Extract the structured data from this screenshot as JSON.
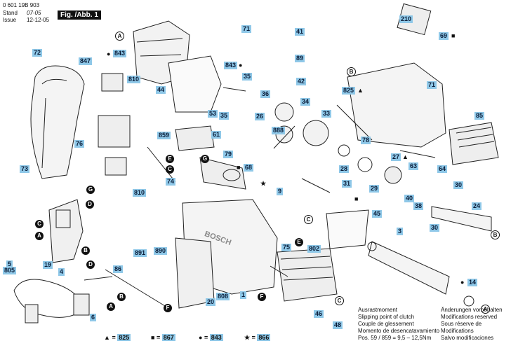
{
  "header": {
    "doc_number": "0 601 19B 903",
    "stand_label": "Stand",
    "stand_value": "07-05",
    "issue_label": "Issue",
    "issue_value": "12-12-05",
    "fig_label": "Fig. /Abb. 1"
  },
  "parts": {
    "p210": "210",
    "p41": "41",
    "p71a": "71",
    "p89": "89",
    "p69": "69",
    "p69m": "■",
    "p72": "72",
    "p847": "847",
    "p843a": "843",
    "p843am": "●",
    "p843b": "843",
    "p843bm": "●",
    "p35": "35",
    "p42": "42",
    "p810a": "810",
    "p44": "44",
    "p53": "53",
    "p35b": "35",
    "p36": "36",
    "p825": "825",
    "p825m": "▲",
    "p71b": "71",
    "p26": "26",
    "p34": "34",
    "p33": "33",
    "p859": "859",
    "p61": "61",
    "p85": "85",
    "p76": "76",
    "p888": "888",
    "p78": "78",
    "p73": "73",
    "p79": "79",
    "p68": "68",
    "p68m": "■",
    "p28": "28",
    "p27": "27",
    "p27m": "▲",
    "p63": "63",
    "p64": "64",
    "p74": "74",
    "p9": "9",
    "p31": "31",
    "p29": "29",
    "p30a": "30",
    "p810b": "810",
    "p866m": "★",
    "p867m": "■",
    "p40": "40",
    "p38": "38",
    "p24": "24",
    "p45": "45",
    "p3": "3",
    "p30b": "30",
    "p891": "891",
    "p890": "890",
    "p75": "75",
    "p802": "802",
    "p5": "5",
    "p805": "805",
    "p19": "19",
    "p4": "4",
    "p86": "86",
    "p14": "14",
    "p14m": "●",
    "p6": "6",
    "p20": "20",
    "p808": "808",
    "p1": "1",
    "p46": "46",
    "p48": "48"
  },
  "callouts": {
    "A": "A",
    "B": "B",
    "C": "C",
    "D": "D",
    "E": "E",
    "F": "F",
    "G": "G"
  },
  "notes": {
    "de": "Ausrastmoment",
    "en": "Slipping point of clutch",
    "fr": "Couple de glessement",
    "es": "Momento de desencatavamiento",
    "pos": "Pos. 59 / 859  =  9,5 – 12,5Nm",
    "r1": "Änderungen vorbehalten",
    "r2": "Modifications reserved",
    "r3": "Sous réserve de",
    "r4": "Modifications",
    "r5": "Salvo modificaciones"
  },
  "legend": [
    {
      "symbol": "▲",
      "eq": "=",
      "value": "825"
    },
    {
      "symbol": "■",
      "eq": "=",
      "value": "867"
    },
    {
      "symbol": "●",
      "eq": "=",
      "value": "843"
    },
    {
      "symbol": "★",
      "eq": "=",
      "value": "866"
    }
  ],
  "brand_text": "BOSCH"
}
